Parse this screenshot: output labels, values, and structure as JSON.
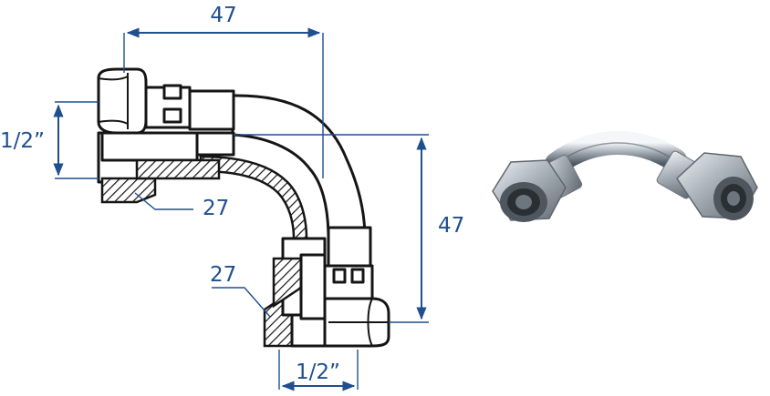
{
  "diagram": {
    "labels": {
      "top_length": "47",
      "right_length": "47",
      "left_thread": "1/2”",
      "bottom_thread": "1/2”",
      "upper_hex": "27",
      "lower_hex": "27"
    },
    "colors": {
      "dimension": "#1f4f8f",
      "outline": "#151515",
      "photo_metal": "#b9c0c7"
    }
  }
}
